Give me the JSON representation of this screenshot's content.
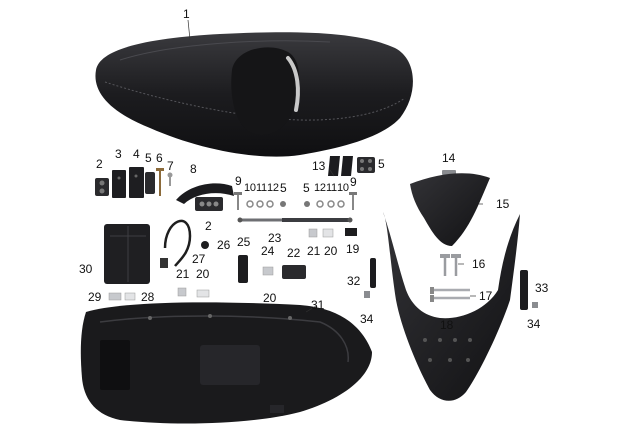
{
  "diagram": {
    "callouts": {
      "c1": "1",
      "c2a": "2",
      "c3": "3",
      "c4": "4",
      "c5a": "5",
      "c6": "6",
      "c7": "7",
      "c8": "8",
      "c9a": "9",
      "c10a": "10",
      "c11a": "11",
      "c12a": "12",
      "c5b": "5",
      "c13": "13",
      "c5c": "5",
      "c14": "14",
      "c15": "15",
      "c5d": "5",
      "c12b": "12",
      "c11b": "11",
      "c10b": "10",
      "c9b": "9",
      "c2b": "2",
      "c23": "23",
      "c25": "25",
      "c26": "26",
      "c27": "27",
      "c24": "24",
      "c21a": "21",
      "c20a": "20",
      "c19": "19",
      "c22": "22",
      "c30": "30",
      "c21b": "21",
      "c20b": "20",
      "c20c": "20",
      "c16": "16",
      "c17": "17",
      "c18": "18",
      "c29": "29",
      "c28": "28",
      "c31": "31",
      "c32": "32",
      "c33": "33",
      "c34a": "34",
      "c34b": "34"
    },
    "colors": {
      "part_dark": "#1a1a1c",
      "part_mid": "#2b2b2e",
      "part_light": "#4a4a4e",
      "leader": "#333333",
      "metal": "#b9bcc2"
    }
  }
}
